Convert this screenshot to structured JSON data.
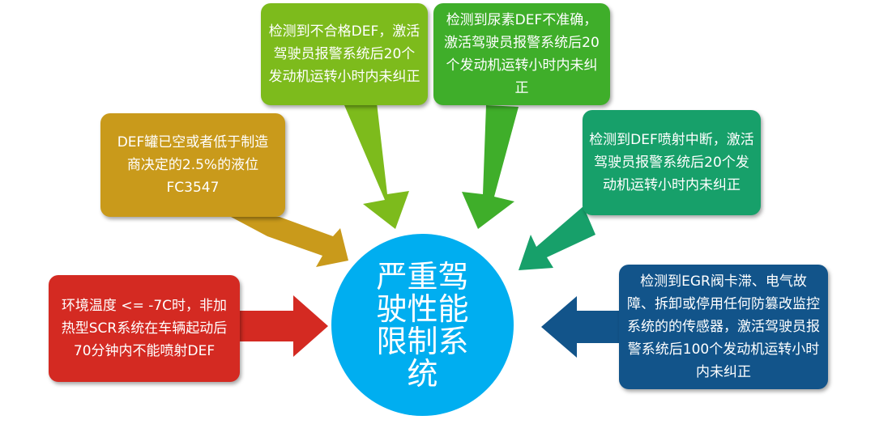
{
  "center": {
    "label": "严重驾驶性能限制系统",
    "color": "#00aef0"
  },
  "boxes": {
    "top_left": {
      "text": "检测到不合格DEF，激活驾驶员报警系统后20个发动机运转小时内未纠正",
      "color": "#7dbb1c"
    },
    "top_right": {
      "text": "检测到尿素DEF不准确，激活驾驶员报警系统后20个发动机运转小时内未纠正",
      "color": "#3fae2a"
    },
    "upper_left": {
      "text": "DEF罐已空或者低于制造商决定的2.5%的液位FC3547",
      "color": "#c99a1b"
    },
    "upper_right": {
      "text": "检测到DEF喷射中断，激活驾驶员报警系统后20个发动机运转小时内未纠正",
      "color": "#17a06a"
    },
    "left": {
      "text": "环境温度 <= -7C时，非加热型SCR系统在车辆起动后70分钟内不能喷射DEF",
      "color": "#d42a22"
    },
    "right": {
      "text": "检测到EGR阀卡滞、电气故障、拆卸或停用任何防篡改监控系统的的传感器，激活驾驶员报警系统后100个发动机运转小时内未纠正",
      "color": "#12548a"
    }
  }
}
